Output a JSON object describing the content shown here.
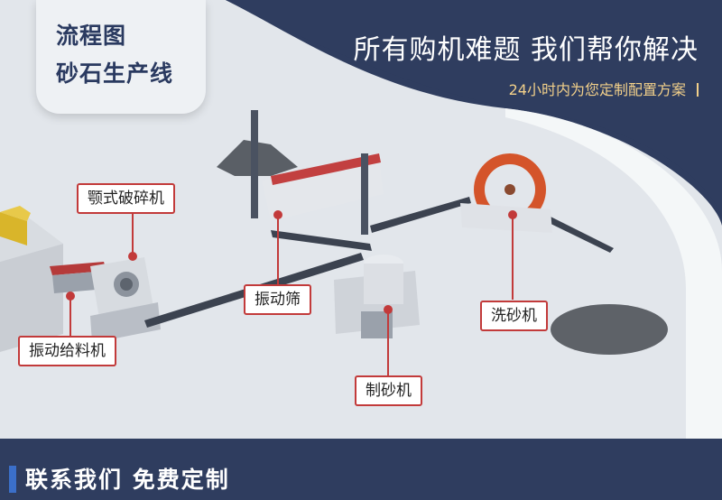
{
  "badge": {
    "line1": "流程图",
    "line2": "砂石生产线"
  },
  "header": {
    "headline": "所有购机难题 我们帮你解决",
    "subline": "24小时内为您定制配置方案"
  },
  "labels": {
    "jaw_crusher": "颚式破碎机",
    "vibrating_feeder": "振动给料机",
    "vibrating_screen": "振动筛",
    "sand_maker": "制砂机",
    "sand_washer": "洗砂机"
  },
  "footer": {
    "cta": "联系我们 免费定制"
  },
  "colors": {
    "navy": "#2f3d5f",
    "ground": "#dfe3e8",
    "accent_red": "#c23a3a",
    "accent_gold": "#f2d08a",
    "footer_bar": "#3b6fc9"
  },
  "icons": [
    "truck-icon",
    "conveyor-icon",
    "gravel-pile-icon"
  ]
}
